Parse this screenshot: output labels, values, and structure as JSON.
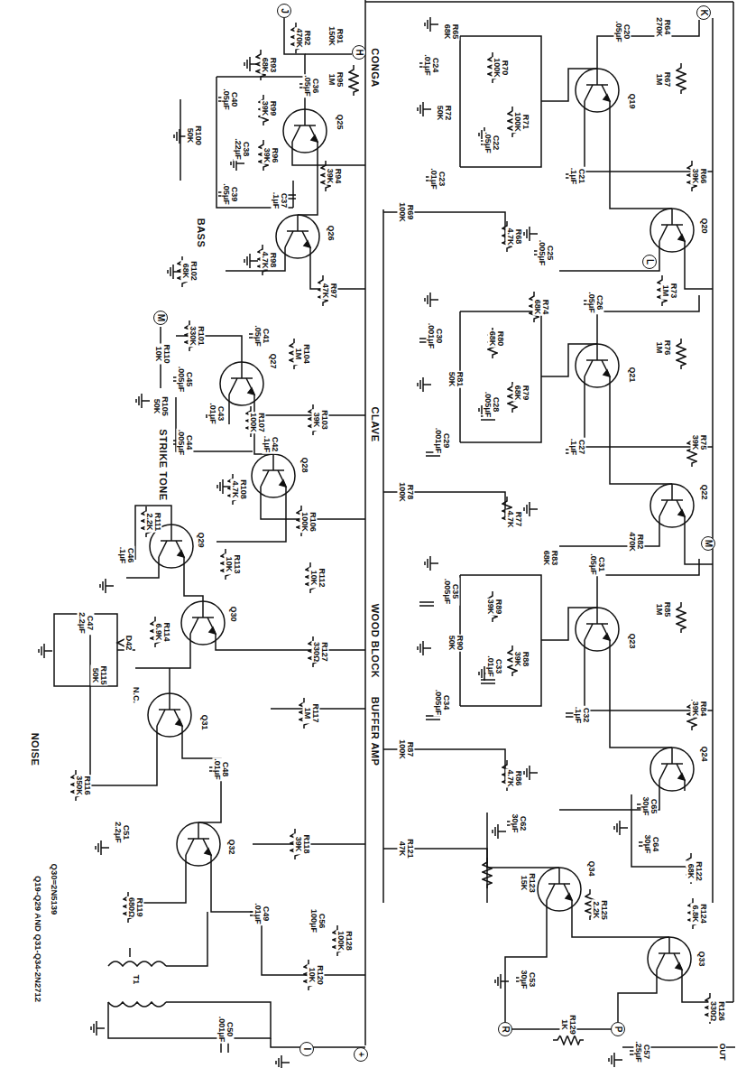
{
  "diagram": {
    "labels": [
      "J",
      "R92 470K",
      "R93 68K",
      "H",
      "R91 150K",
      "C36 .05μF",
      "C40 .05μF",
      "R99 39K",
      "R100 50K",
      "C38 .22μF",
      "R96 39K",
      "Q25",
      "R95 1M",
      "C39 .05μF",
      "R94 39K",
      "C37 .1μF",
      "BASS",
      "Q26",
      "R98 4.7K",
      "R102 68K",
      "R97 47K",
      "M",
      "R110 10K",
      "R101 330K",
      "C41 .05μF",
      "C45 .005μF",
      "R105 50K",
      "R104 1M",
      "Q27",
      "C43 .01μF",
      "R107 100K",
      "R103 39K",
      "C44 .005μF",
      "STRIKE TONE",
      "C42 .1μF",
      "Q28",
      "R108 4.7K",
      "R106 100K",
      "R111 2.2K",
      "C46 .1μF",
      "Q29",
      "R113 10K",
      "R112 10K",
      "Q30",
      "R114 6.9K",
      "D42",
      "C47 2.2μF",
      "R115 50K",
      "R127 330Ω",
      "NOISE",
      "N.C.",
      "Q31",
      "R117 1M",
      "R116 350K",
      "C48 .01μF",
      "C51 2.2μF",
      "Q32",
      "R118 39K",
      "R119 680Ω",
      "C49 .01μF",
      "C56 100μF",
      "R128 100K",
      "Q19-Q29 AND Q31-Q34-2N2712",
      "Q30=2N5139",
      "T1",
      "C50 .001μF",
      "R120 10K",
      "I",
      "+",
      "BUFFER AMP",
      "CONGA",
      "CLAVE",
      "WOOD BLOCK",
      "K",
      "R65 68K",
      "C20 .05μF",
      "R64 270K",
      "C24 .01μF",
      "R70 100K",
      "R72 50K",
      "Q19",
      "R67 1M",
      "R71 100K",
      "C22 .05μF",
      "C23 .01μF",
      "C21 .1μF",
      "R66 39K",
      "Q20",
      "R69 100K",
      "R68 4.7K",
      "C25 .005μF",
      "L",
      "R73 1M",
      "R74 68K",
      "C26 .05μF",
      "C30 .001μF",
      "R80 68K",
      "R76 1M",
      "Q21",
      "R81 50K",
      "C28 .005μF",
      "R79 68K",
      "C29 .001μF",
      "C27 .1μF",
      "R75 39K",
      "Q22",
      "R78 100K",
      "R77 4.7K",
      "R82 470K",
      "M",
      "R83 68K",
      "C31 .05μF",
      "C35 .005μF",
      "R89 39K",
      "R85 1M",
      "Q23",
      "R90 50K",
      "C33 .01μF",
      "R88 39K",
      "C34 .005μF",
      "C32 .1μF",
      "R84 39K",
      "Q24",
      "R87 100K",
      "R86 4.7K",
      "C62 30μF",
      "C65 30μF",
      "C64 30μF",
      "R121 47K",
      "R122 68K",
      "R123 15K",
      "R125 2.2K",
      "R124 6.8K",
      "Q34",
      "Q33",
      "C53 30μF",
      "R",
      "R129 1K",
      "P",
      "R126 330Ω",
      "C57 .25μF",
      "OUT"
    ]
  }
}
